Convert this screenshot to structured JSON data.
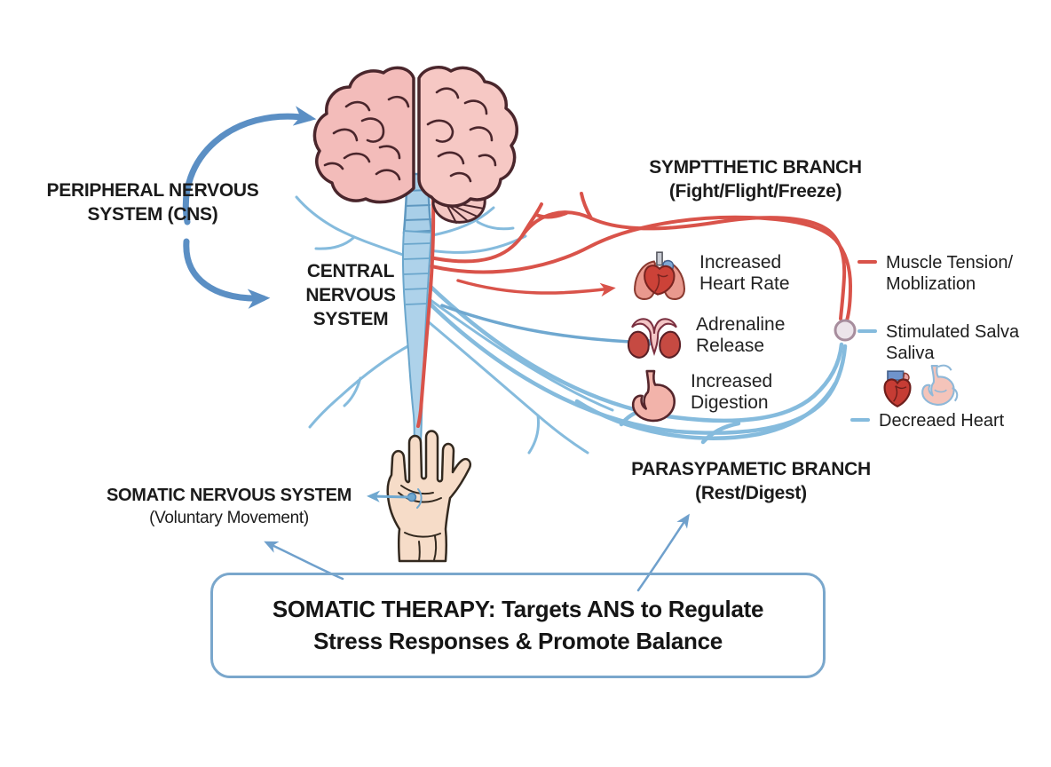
{
  "labels": {
    "peripheral": {
      "line1": "PERIPHERAL NERVOUS",
      "line2": "SYSTEM (CNS)"
    },
    "central": {
      "line1": "CENTRAL",
      "line2": "NERVOUS",
      "line3": "SYSTEM"
    },
    "sympathetic": {
      "title": "SYMPTTHETIC BRANCH",
      "subtitle": "(Fight/Flight/Freeze)"
    },
    "parasympathetic": {
      "title": "PARASYPAMETIC BRANCH",
      "subtitle": "(Rest/Digest)"
    },
    "somatic": {
      "title": "SOMATIC NERVOUS SYSTEM",
      "subtitle": "(Voluntary Movement)"
    },
    "therapy_box": {
      "line1": "SOMATIC THERAPY: Targets ANS to Regulate",
      "line2": "Stress Responses & Promote Balance"
    }
  },
  "sympathetic_effects": [
    {
      "icon": "heart-lungs-icon",
      "line1": "Increased",
      "line2": "Heart Rate"
    },
    {
      "icon": "adrenal-glands-icon",
      "line1": "Adrenaline",
      "line2": "Release"
    },
    {
      "icon": "stomach-icon",
      "line1": "Increased",
      "line2": "Digestion"
    }
  ],
  "right_legend": [
    {
      "tick": "red",
      "line1": "Muscle Tension/",
      "line2": "Moblization"
    },
    {
      "tick": "blue",
      "line1": "Stimulated Salva",
      "line2": "Saliva"
    },
    {
      "tick": "blue",
      "line1": "Decreaed Heart"
    }
  ],
  "colors": {
    "sympathetic_red": "#d9534a",
    "parasympathetic_blue": "#85bbdd",
    "arrow_blue": "#5b8fc4",
    "thin_arrow_blue": "#6fa0cc",
    "box_border": "#7aa7cc",
    "brain_pink": "#f3bcba",
    "spine_blue": "#aed2ea",
    "text": "#1b1b1b"
  }
}
